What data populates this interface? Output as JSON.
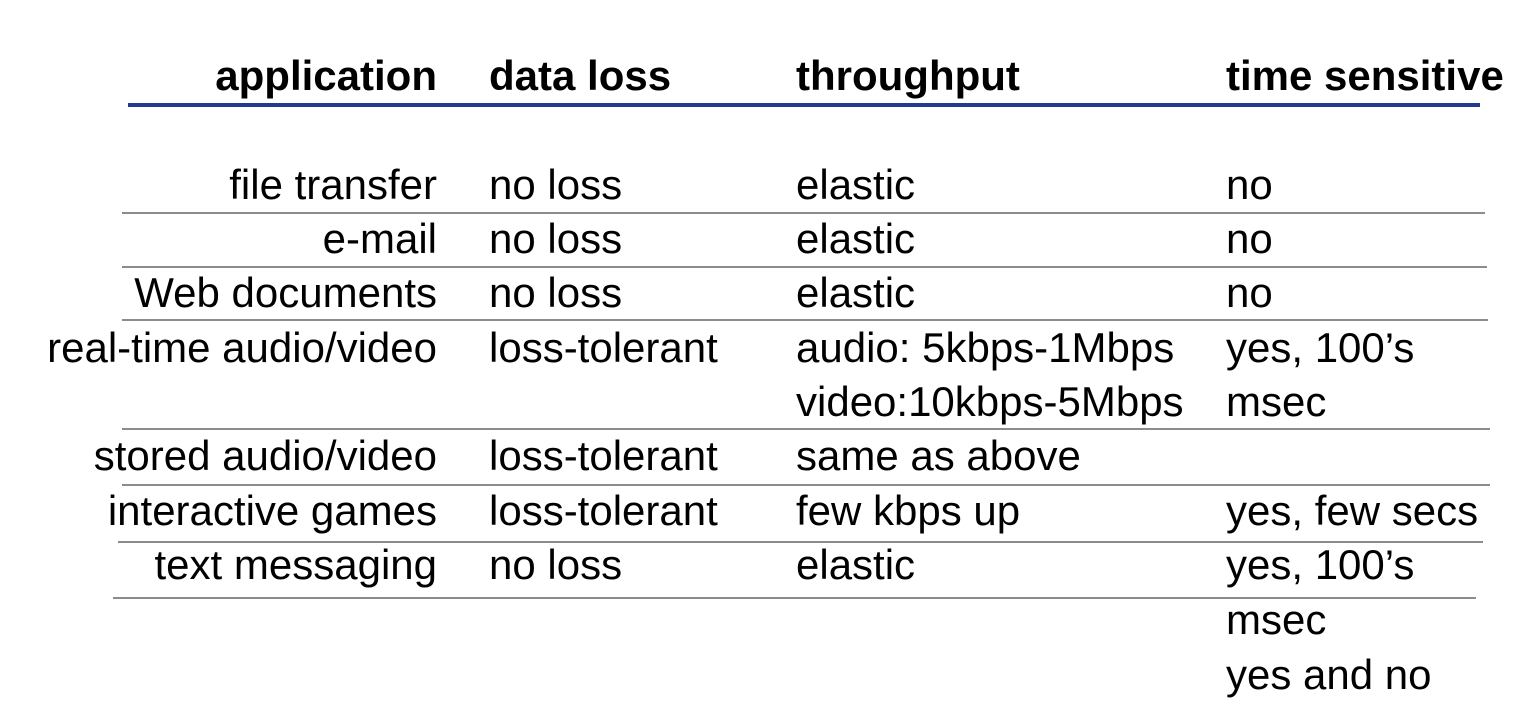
{
  "colors": {
    "header_rule": "#1f3a8f",
    "row_rule": "#8c8c8c",
    "text": "#000000"
  },
  "headers": {
    "application": "application",
    "data_loss": "data loss",
    "throughput": "throughput",
    "time_sensitive": "time sensitive"
  },
  "rows": [
    {
      "application": "file transfer",
      "data_loss": "no loss",
      "throughput": "elastic",
      "time_sensitive": "no"
    },
    {
      "application": "e-mail",
      "data_loss": "no loss",
      "throughput": "elastic",
      "time_sensitive": "no"
    },
    {
      "application": "Web documents",
      "data_loss": "no loss",
      "throughput": "elastic",
      "time_sensitive": "no"
    },
    {
      "application": "real-time audio/video",
      "data_loss": "loss-tolerant",
      "throughput": "audio: 5kbps-1Mbps",
      "throughput_line2": "video:10kbps-5Mbps",
      "time_sensitive": "yes, 100’s",
      "time_sensitive_line2": "msec"
    },
    {
      "application": "stored audio/video",
      "data_loss": "loss-tolerant",
      "throughput": "same as above",
      "time_sensitive": ""
    },
    {
      "application": "interactive games",
      "data_loss": "loss-tolerant",
      "throughput": "few kbps up",
      "time_sensitive": "yes, few secs"
    },
    {
      "application": "text messaging",
      "data_loss": "no loss",
      "throughput": "elastic",
      "time_sensitive": "yes, 100’s",
      "time_sensitive_line2": "msec",
      "time_sensitive_line3": "yes and no"
    }
  ]
}
